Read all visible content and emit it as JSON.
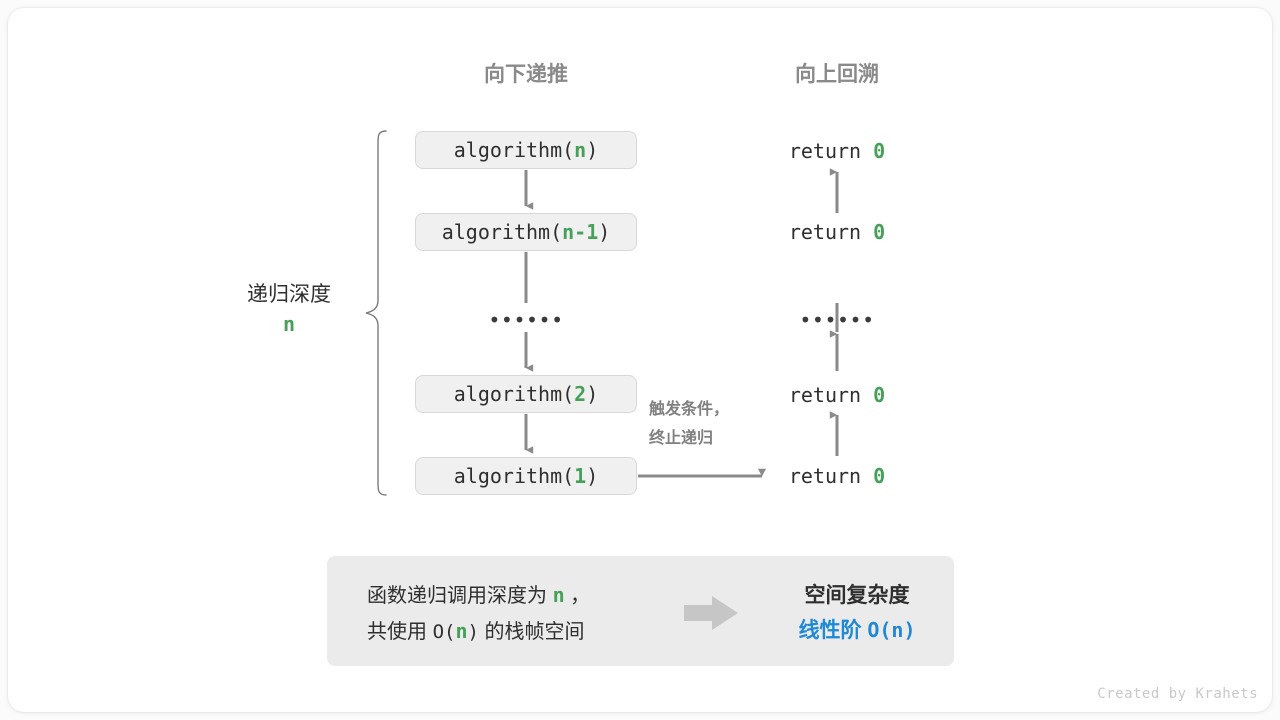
{
  "columns": {
    "down_label": "向下递推",
    "up_label": "向上回溯"
  },
  "depth": {
    "title": "递归深度",
    "value": "n"
  },
  "frames": [
    {
      "prefix": "algorithm(",
      "arg": "n",
      "suffix": ")"
    },
    {
      "prefix": "algorithm(",
      "arg": "n-1",
      "suffix": ")"
    },
    {
      "prefix": "algorithm(",
      "arg": "2",
      "suffix": ")"
    },
    {
      "prefix": "algorithm(",
      "arg": "1",
      "suffix": ")"
    }
  ],
  "ellipsis": "••••••",
  "returns": [
    {
      "keyword": "return",
      "value": "0"
    },
    {
      "keyword": "return",
      "value": "0"
    },
    {
      "keyword": "return",
      "value": "0"
    },
    {
      "keyword": "return",
      "value": "0"
    }
  ],
  "mid_note": {
    "line1": "触发条件，",
    "line2": "终止递归"
  },
  "summary": {
    "left_line1_a": "函数递归调用深度为",
    "left_line1_n": "n",
    "left_line1_b": "，",
    "left_line2_a": "共使用",
    "left_line2_o": "O(",
    "left_line2_n": "n",
    "left_line2_c": ")",
    "left_line2_b": "的栈帧空间",
    "right_title": "空间复杂度",
    "right_order": "线性阶",
    "right_formula": "O(n)"
  },
  "credit": "Created by Krahets",
  "colors": {
    "green": "#47a05a",
    "blue": "#2089d6",
    "gray_arrow": "#8a8a8a",
    "text_dark": "#2f2f2f",
    "panel": "#ebebeb",
    "box_fill": "#f0f0f0"
  }
}
